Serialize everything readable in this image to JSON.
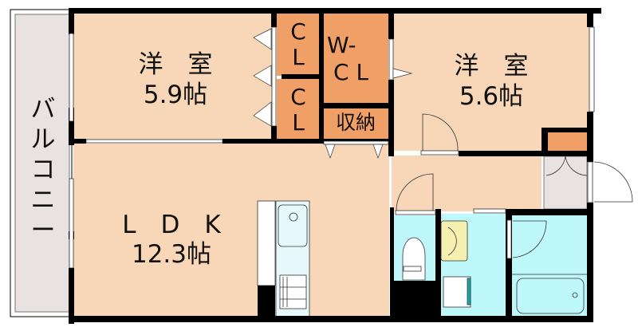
{
  "floor_plan": {
    "colors": {
      "room": "#f7d7b8",
      "closet": "#f0a066",
      "wet_area": "#bff8fa",
      "balcony": "#e8e2e2",
      "entrance": "#e8e2e2",
      "wall": "#000000",
      "sink_basin": "#f6f0b0"
    },
    "balcony": {
      "label": "バルコニー",
      "chars": [
        "バ",
        "ル",
        "コ",
        "ニ",
        "ー"
      ]
    },
    "rooms": {
      "western_room_left": {
        "name": "洋　室",
        "size": "5.9帖"
      },
      "western_room_right": {
        "name": "洋　室",
        "size": "5.6帖"
      },
      "ldk": {
        "name": "L　D　K",
        "size": "12.3帖"
      }
    },
    "storage": {
      "cl_top": {
        "line1": "C",
        "line2": "L"
      },
      "cl_bottom": {
        "line1": "C",
        "line2": "L"
      },
      "wcl": {
        "line1": "W-",
        "line2": "C L"
      },
      "shuno": {
        "label": "収納"
      }
    }
  }
}
